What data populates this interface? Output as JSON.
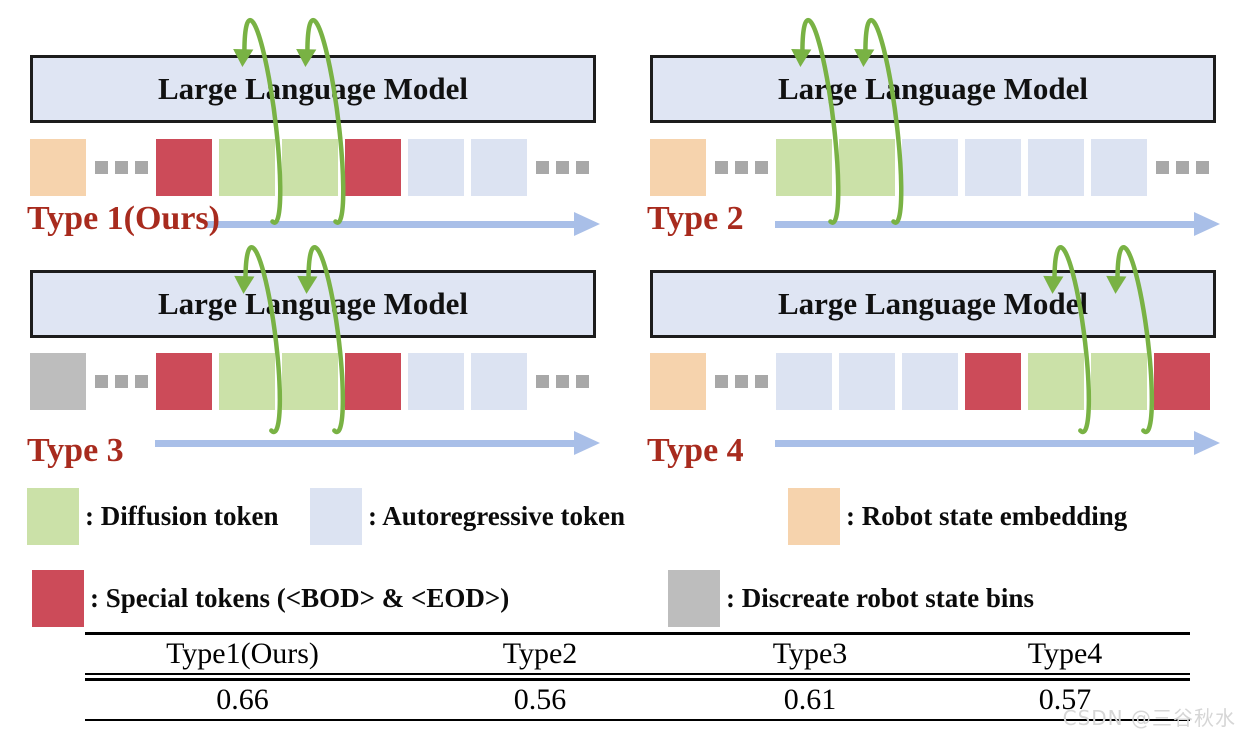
{
  "panels": [
    {
      "label": "Type 1(Ours)",
      "llm_label": "Large Language Model",
      "tokens": [
        "robot_state",
        "dots",
        "special",
        "diffusion",
        "diffusion",
        "special",
        "autoregressive",
        "autoregressive",
        "dots"
      ]
    },
    {
      "label": "Type 2",
      "llm_label": "Large Language Model",
      "tokens": [
        "robot_state",
        "dots",
        "diffusion",
        "diffusion",
        "autoregressive",
        "autoregressive",
        "autoregressive",
        "autoregressive",
        "dots"
      ]
    },
    {
      "label": "Type 3",
      "llm_label": "Large Language Model",
      "tokens": [
        "discrete_state",
        "dots",
        "special",
        "diffusion",
        "diffusion",
        "special",
        "autoregressive",
        "autoregressive",
        "dots"
      ]
    },
    {
      "label": "Type 4",
      "llm_label": "Large Language Model",
      "tokens": [
        "robot_state",
        "dots",
        "autoregressive",
        "autoregressive",
        "autoregressive",
        "special",
        "diffusion",
        "diffusion",
        "special"
      ]
    }
  ],
  "legend": {
    "items": [
      {
        "swatch": "diffusion",
        "label": ": Diffusion token"
      },
      {
        "swatch": "autoregressive",
        "label": ": Autoregressive token"
      },
      {
        "swatch": "robot_state",
        "label": ": Robot state embedding"
      },
      {
        "swatch": "special",
        "label": ": Special tokens (<BOD> & <EOD>)"
      },
      {
        "swatch": "discrete_state",
        "label": ": Discreate robot state bins"
      }
    ]
  },
  "colors": {
    "diffusion": "#CBE1A8",
    "autoregressive": "#DCE3F2",
    "robot_state": "#F6D3AD",
    "special": "#CC4B59",
    "discrete_state": "#BDBDBD",
    "dots": "#A8A8A8",
    "loop_arrow": "#79B244",
    "timeline_arrow": "#A9BFE8",
    "panel_label": "#A82B1E",
    "llm_box_fill": "#DFE5F3"
  },
  "chart_data": {
    "type": "table",
    "headers": [
      "Type1(Ours)",
      "Type2",
      "Type3",
      "Type4"
    ],
    "values": [
      "0.66",
      "0.56",
      "0.61",
      "0.57"
    ]
  },
  "table": {
    "headers": [
      "Type1(Ours)",
      "Type2",
      "Type3",
      "Type4"
    ],
    "values": [
      "0.66",
      "0.56",
      "0.61",
      "0.57"
    ]
  },
  "watermark": "CSDN @三谷秋水"
}
